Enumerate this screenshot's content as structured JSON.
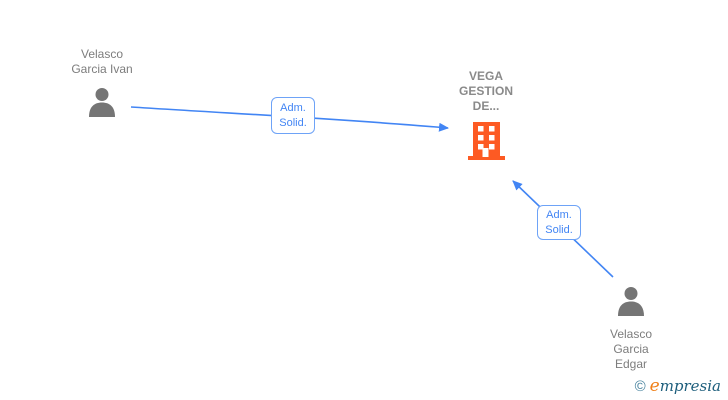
{
  "diagram": {
    "type": "org-relationship-graph",
    "colors": {
      "background": "#ffffff",
      "edge_blue": "#4285f4",
      "label_border_blue": "#6ea3f7",
      "person_gray": "#757575",
      "name_text_gray": "#7d7d7d",
      "company_text_gray": "#8a8a8a",
      "building_orange": "#fd5a23",
      "logo_orange": "#f08019",
      "logo_dark_blue": "#1d5e7c",
      "logo_copyright_blue": "#44809c"
    },
    "nodes": {
      "person1": {
        "label": "Velasco\nGarcia Ivan",
        "type": "person"
      },
      "company": {
        "label": "VEGA\nGESTION\nDE...",
        "type": "company"
      },
      "person2": {
        "label": "Velasco\nGarcia\nEdgar",
        "type": "person"
      }
    },
    "edges": [
      {
        "from": "person1",
        "to": "company",
        "label": "Adm.\nSolid."
      },
      {
        "from": "person2",
        "to": "company",
        "label": "Adm.\nSolid."
      }
    ],
    "watermark": {
      "copyright": "©",
      "brand_first_letter": "e",
      "brand_rest": "mpresia"
    }
  }
}
